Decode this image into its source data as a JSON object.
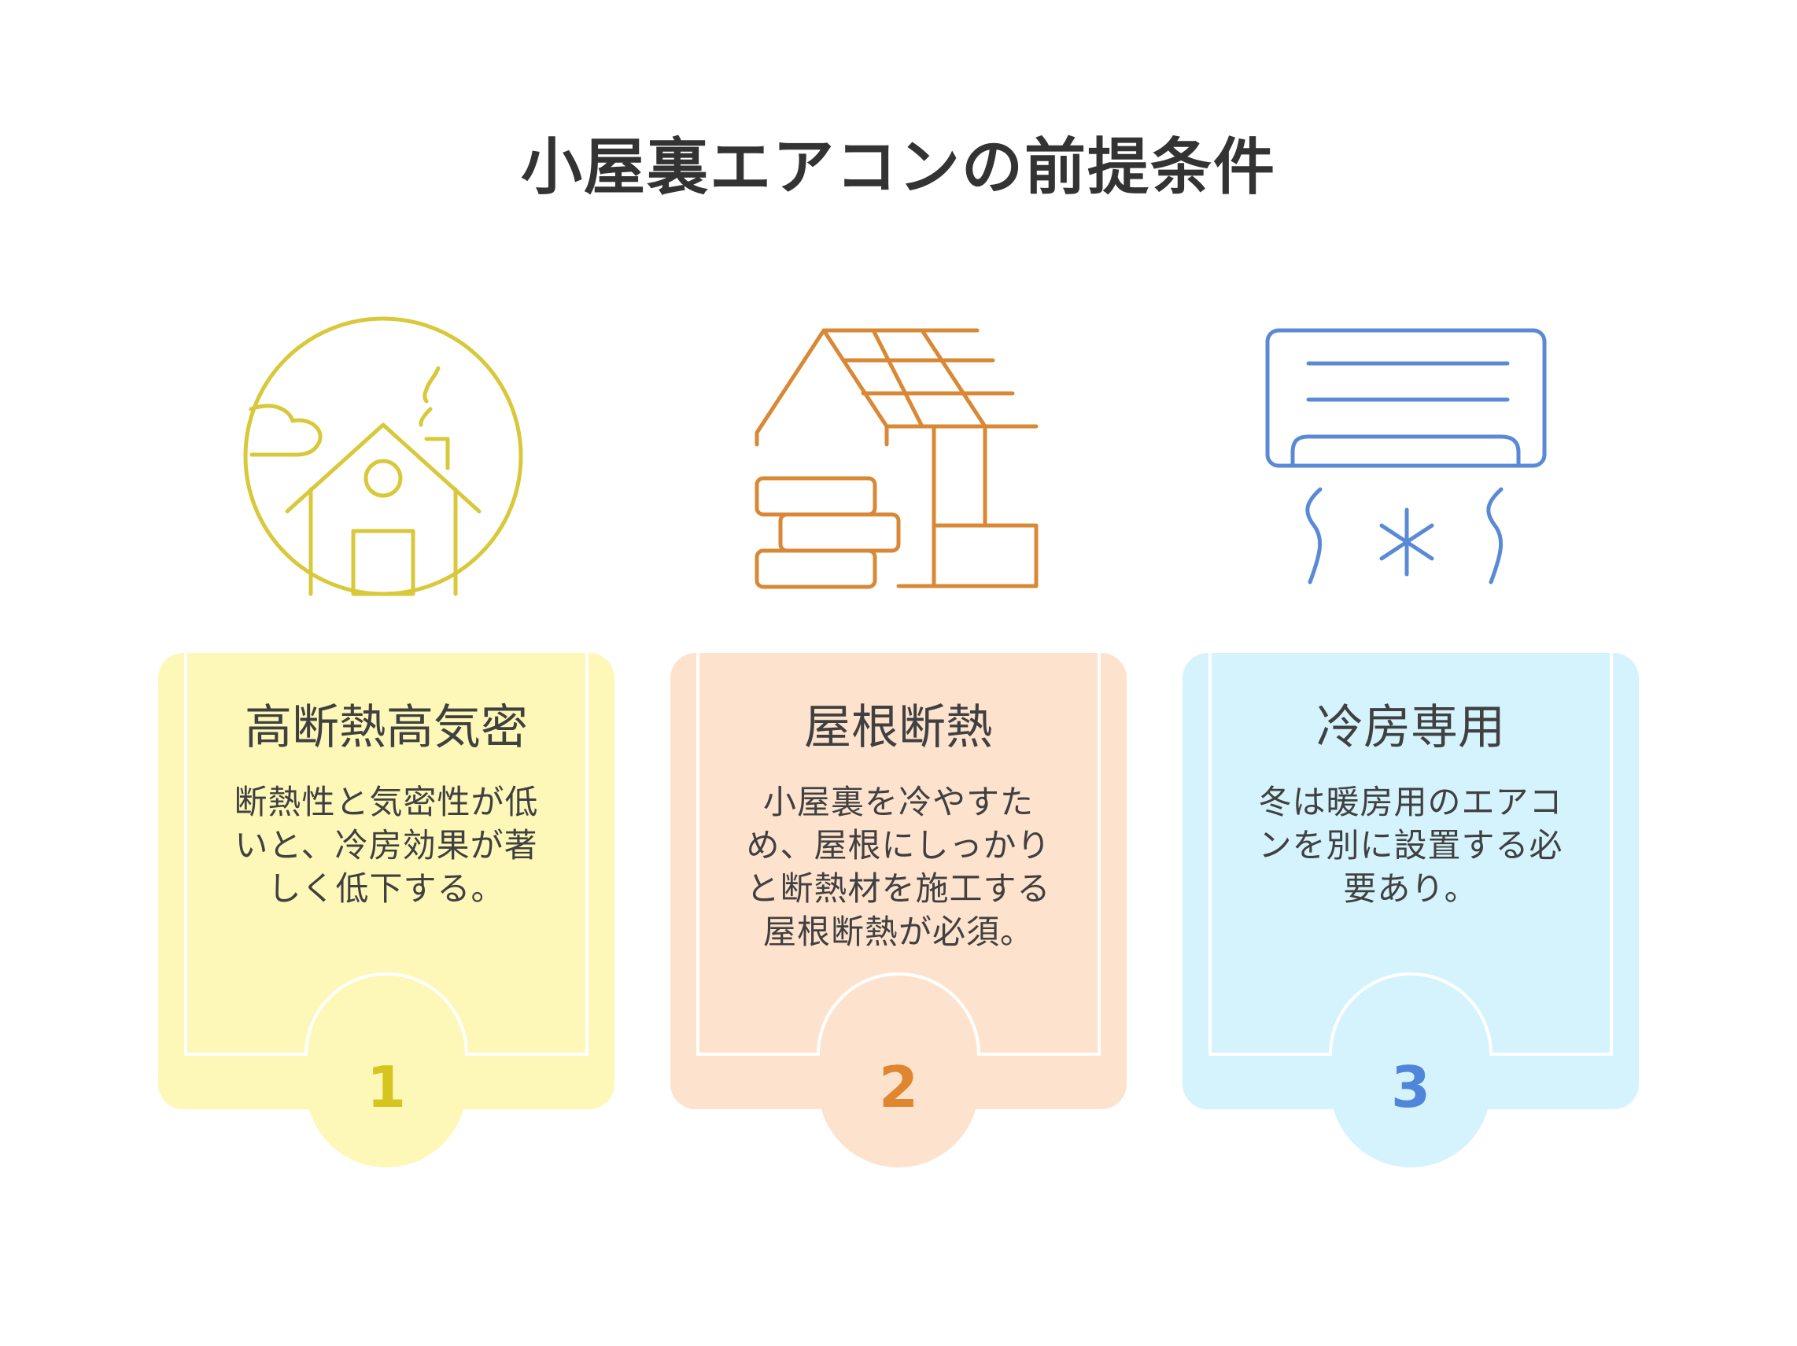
{
  "title": "小屋裏エアコンの前提条件",
  "colors": {
    "yellow_line": "#d8c83a",
    "yellow_bg": "#fdf7b8",
    "yellow_num": "#d6c51e",
    "orange_line": "#d98836",
    "orange_bg": "#fde3cd",
    "orange_num": "#e0862e",
    "blue_line": "#5a8ad6",
    "blue_bg": "#d5f3fd",
    "blue_num": "#4f86d9"
  },
  "cards": [
    {
      "number": "1",
      "title": "高断熱高気密",
      "lines": [
        "断熱性と気密性が低",
        "いと、冷房効果が著",
        "しく低下する。"
      ],
      "icon": "house-climate-icon"
    },
    {
      "number": "2",
      "title": "屋根断熱",
      "lines": [
        "小屋裏を冷やすた",
        "め、屋根にしっかり",
        "と断熱材を施工する",
        "屋根断熱が必須。"
      ],
      "icon": "roof-insulation-icon"
    },
    {
      "number": "3",
      "title": "冷房専用",
      "lines": [
        "冬は暖房用のエアコ",
        "ンを別に設置する必",
        "要あり。"
      ],
      "icon": "air-conditioner-icon"
    }
  ]
}
